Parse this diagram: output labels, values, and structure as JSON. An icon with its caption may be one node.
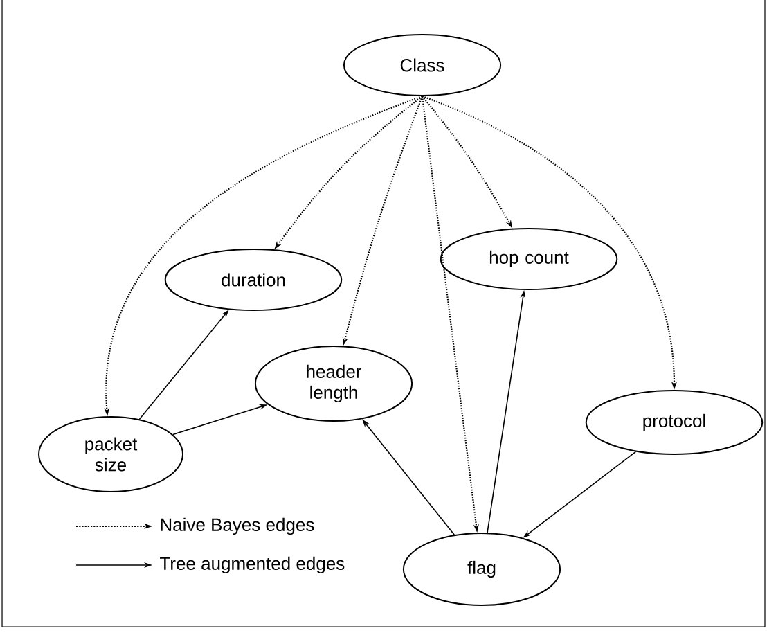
{
  "diagram": {
    "nodes": [
      {
        "text": [
          "Class"
        ]
      },
      {
        "text": [
          "duration"
        ]
      },
      {
        "text": [
          "hop count"
        ]
      },
      {
        "text": [
          "header length"
        ]
      },
      {
        "text": [
          "packet size"
        ]
      },
      {
        "text": [
          "protocol"
        ]
      },
      {
        "text": [
          "flag"
        ]
      }
    ],
    "edges": [
      {
        "from": 0,
        "to": 4,
        "arrow": "to",
        "style": "dashed"
      },
      {
        "from": 0,
        "to": 1,
        "arrow": "to",
        "style": "dashed"
      },
      {
        "from": 0,
        "to": 3,
        "arrow": "to",
        "style": "dashed"
      },
      {
        "from": 0,
        "to": 6,
        "arrow": "to",
        "style": "dashed"
      },
      {
        "from": 0,
        "to": 2,
        "arrow": "to",
        "style": "dashed"
      },
      {
        "from": 0,
        "to": 5,
        "arrow": "to",
        "style": "dashed"
      },
      {
        "from": 4,
        "to": 1,
        "arrow": "to"
      },
      {
        "from": 4,
        "to": 3,
        "arrow": "to"
      },
      {
        "from": 6,
        "to": 3,
        "arrow": "to"
      },
      {
        "from": 6,
        "to": 2,
        "arrow": "to"
      },
      {
        "from": 5,
        "to": 6,
        "arrow": "to"
      }
    ],
    "legend": [
      {
        "text": "Naive Bayes edges"
      },
      {
        "text": "Tree augmented edges"
      }
    ]
  }
}
